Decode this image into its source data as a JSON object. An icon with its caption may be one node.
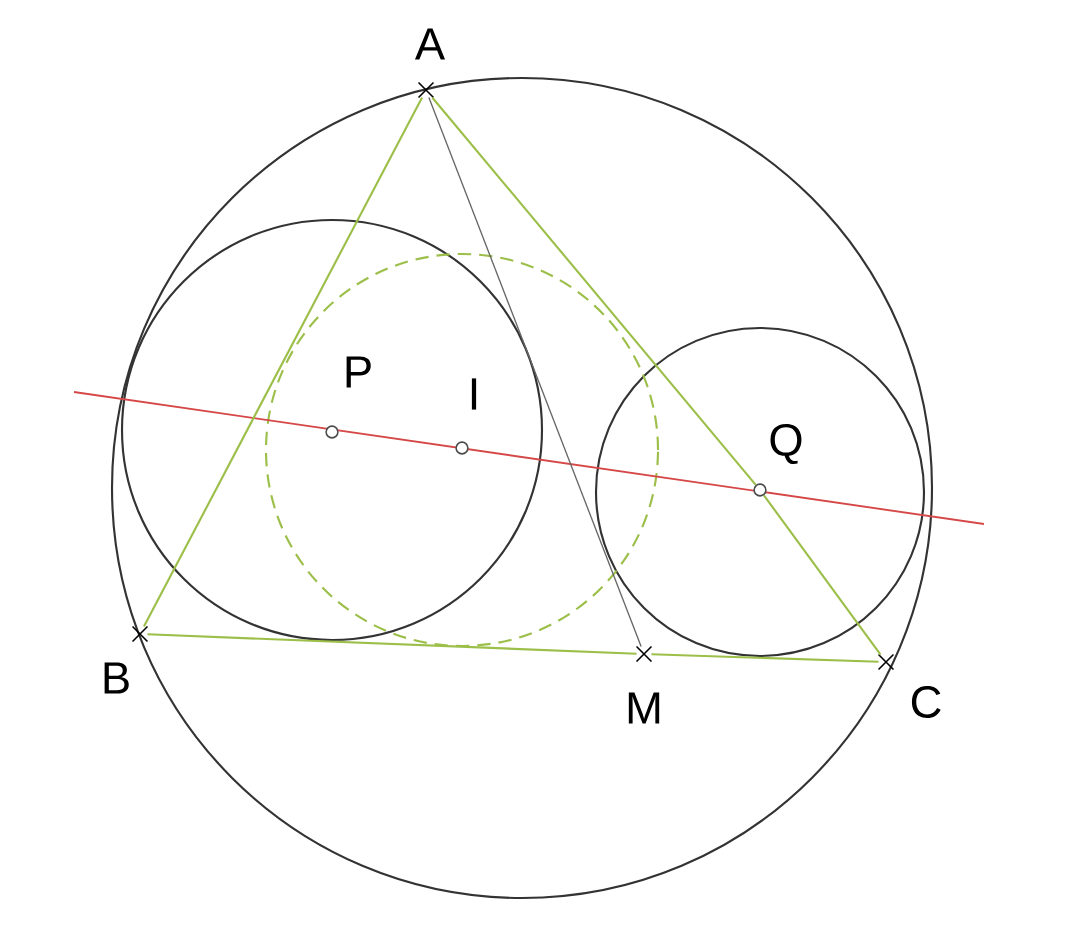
{
  "diagram": {
    "nodes": [
      {
        "text": [
          "A"
        ]
      },
      {
        "text": [
          "B"
        ]
      },
      {
        "text": [
          "C"
        ]
      },
      {
        "text": [
          "M"
        ]
      },
      {
        "text": [
          "P"
        ]
      },
      {
        "text": [
          "I"
        ]
      },
      {
        "text": [
          "Q"
        ]
      }
    ],
    "edges": [
      {
        "from": 0,
        "to": 1,
        "arrow": "none",
        "color": "#9cbf4a"
      },
      {
        "from": 1,
        "to": 3,
        "arrow": "none",
        "color": "#9cbf4a"
      },
      {
        "from": 3,
        "to": 2,
        "arrow": "none",
        "color": "#9cbf4a"
      },
      {
        "from": 2,
        "to": 6,
        "arrow": "none",
        "color": "#9cbf4a"
      },
      {
        "from": 6,
        "to": 0,
        "arrow": "none",
        "color": "#9cbf4a"
      },
      {
        "from": 0,
        "to": 3,
        "arrow": "none"
      }
    ]
  }
}
